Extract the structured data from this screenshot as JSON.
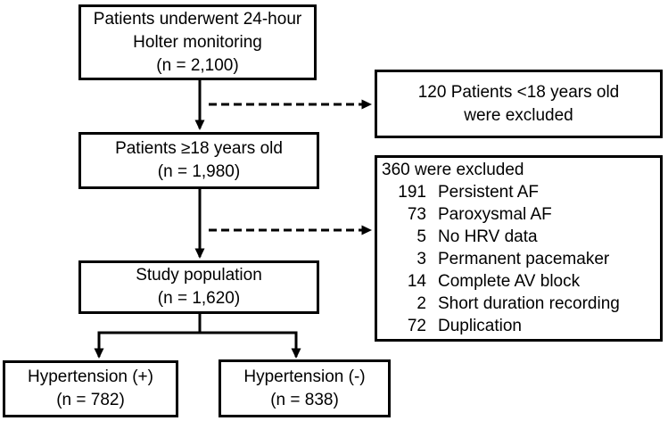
{
  "colors": {
    "line": "#000000",
    "box_border": "#000000",
    "box_background": "#ffffff",
    "page_background": "#ffffff",
    "text": "#000000"
  },
  "boxes": {
    "holter": {
      "line1": "Patients underwent 24-hour",
      "line2": "Holter monitoring",
      "line3": "(n = 2,100)"
    },
    "excluded_age": {
      "line1": "120 Patients <18 years old",
      "line2": "were excluded"
    },
    "adults": {
      "line1": "Patients ≥18 years old",
      "line2": "(n = 1,980)"
    },
    "excluded_multi": {
      "header": "360 were excluded",
      "items": [
        {
          "count": "191",
          "label": "Persistent AF"
        },
        {
          "count": "73",
          "label": "Paroxysmal AF"
        },
        {
          "count": "5",
          "label": "No HRV data"
        },
        {
          "count": "3",
          "label": "Permanent pacemaker"
        },
        {
          "count": "14",
          "label": "Complete AV block"
        },
        {
          "count": "2",
          "label": "Short duration recording"
        },
        {
          "count": "72",
          "label": "Duplication"
        }
      ]
    },
    "study": {
      "line1": "Study population",
      "line2": "(n = 1,620)"
    },
    "htn_pos": {
      "line1": "Hypertension (+)",
      "line2": "(n = 782)"
    },
    "htn_neg": {
      "line1": "Hypertension (-)",
      "line2": "(n = 838)"
    }
  }
}
